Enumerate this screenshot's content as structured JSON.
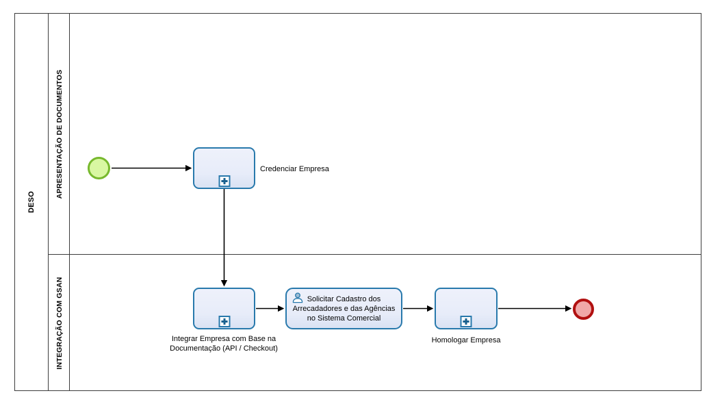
{
  "diagram": {
    "pool": {
      "name": "DESO"
    },
    "lanes": [
      {
        "label": "APRESENTAÇÃO DE DOCUMENTOS"
      },
      {
        "label": "INTEGRAÇÃO COM GSAN"
      }
    ],
    "nodes": {
      "start_event": {
        "type": "start-event"
      },
      "credenciar": {
        "label": "Credenciar Empresa",
        "type": "collapsed-subprocess"
      },
      "integrar": {
        "label_lines": [
          "Integrar Empresa com Base na",
          "Documentação (API / Checkout)"
        ],
        "type": "collapsed-subprocess"
      },
      "solicitar": {
        "label_lines": [
          "Solicitar Cadastro dos",
          "Arrecadadores e das Agências",
          "no Sistema Comercial"
        ],
        "type": "user-task"
      },
      "homologar": {
        "label": "Homologar Empresa",
        "type": "collapsed-subprocess"
      },
      "end_event": {
        "type": "end-event"
      }
    },
    "icons": {
      "subprocess_marker": "plus-icon",
      "user_task": "user-icon"
    },
    "colors": {
      "task_border": "#2879ac",
      "task_fill": "#e9eefa",
      "subprocess_plus": "#19618f",
      "start_event_fill": "#d9f7a2",
      "start_event_stroke": "#77b92d",
      "end_event_fill": "#f0a8a8",
      "end_event_stroke": "#b11010",
      "flow_line": "#000000",
      "pool_border": "#3c3c3c"
    }
  }
}
